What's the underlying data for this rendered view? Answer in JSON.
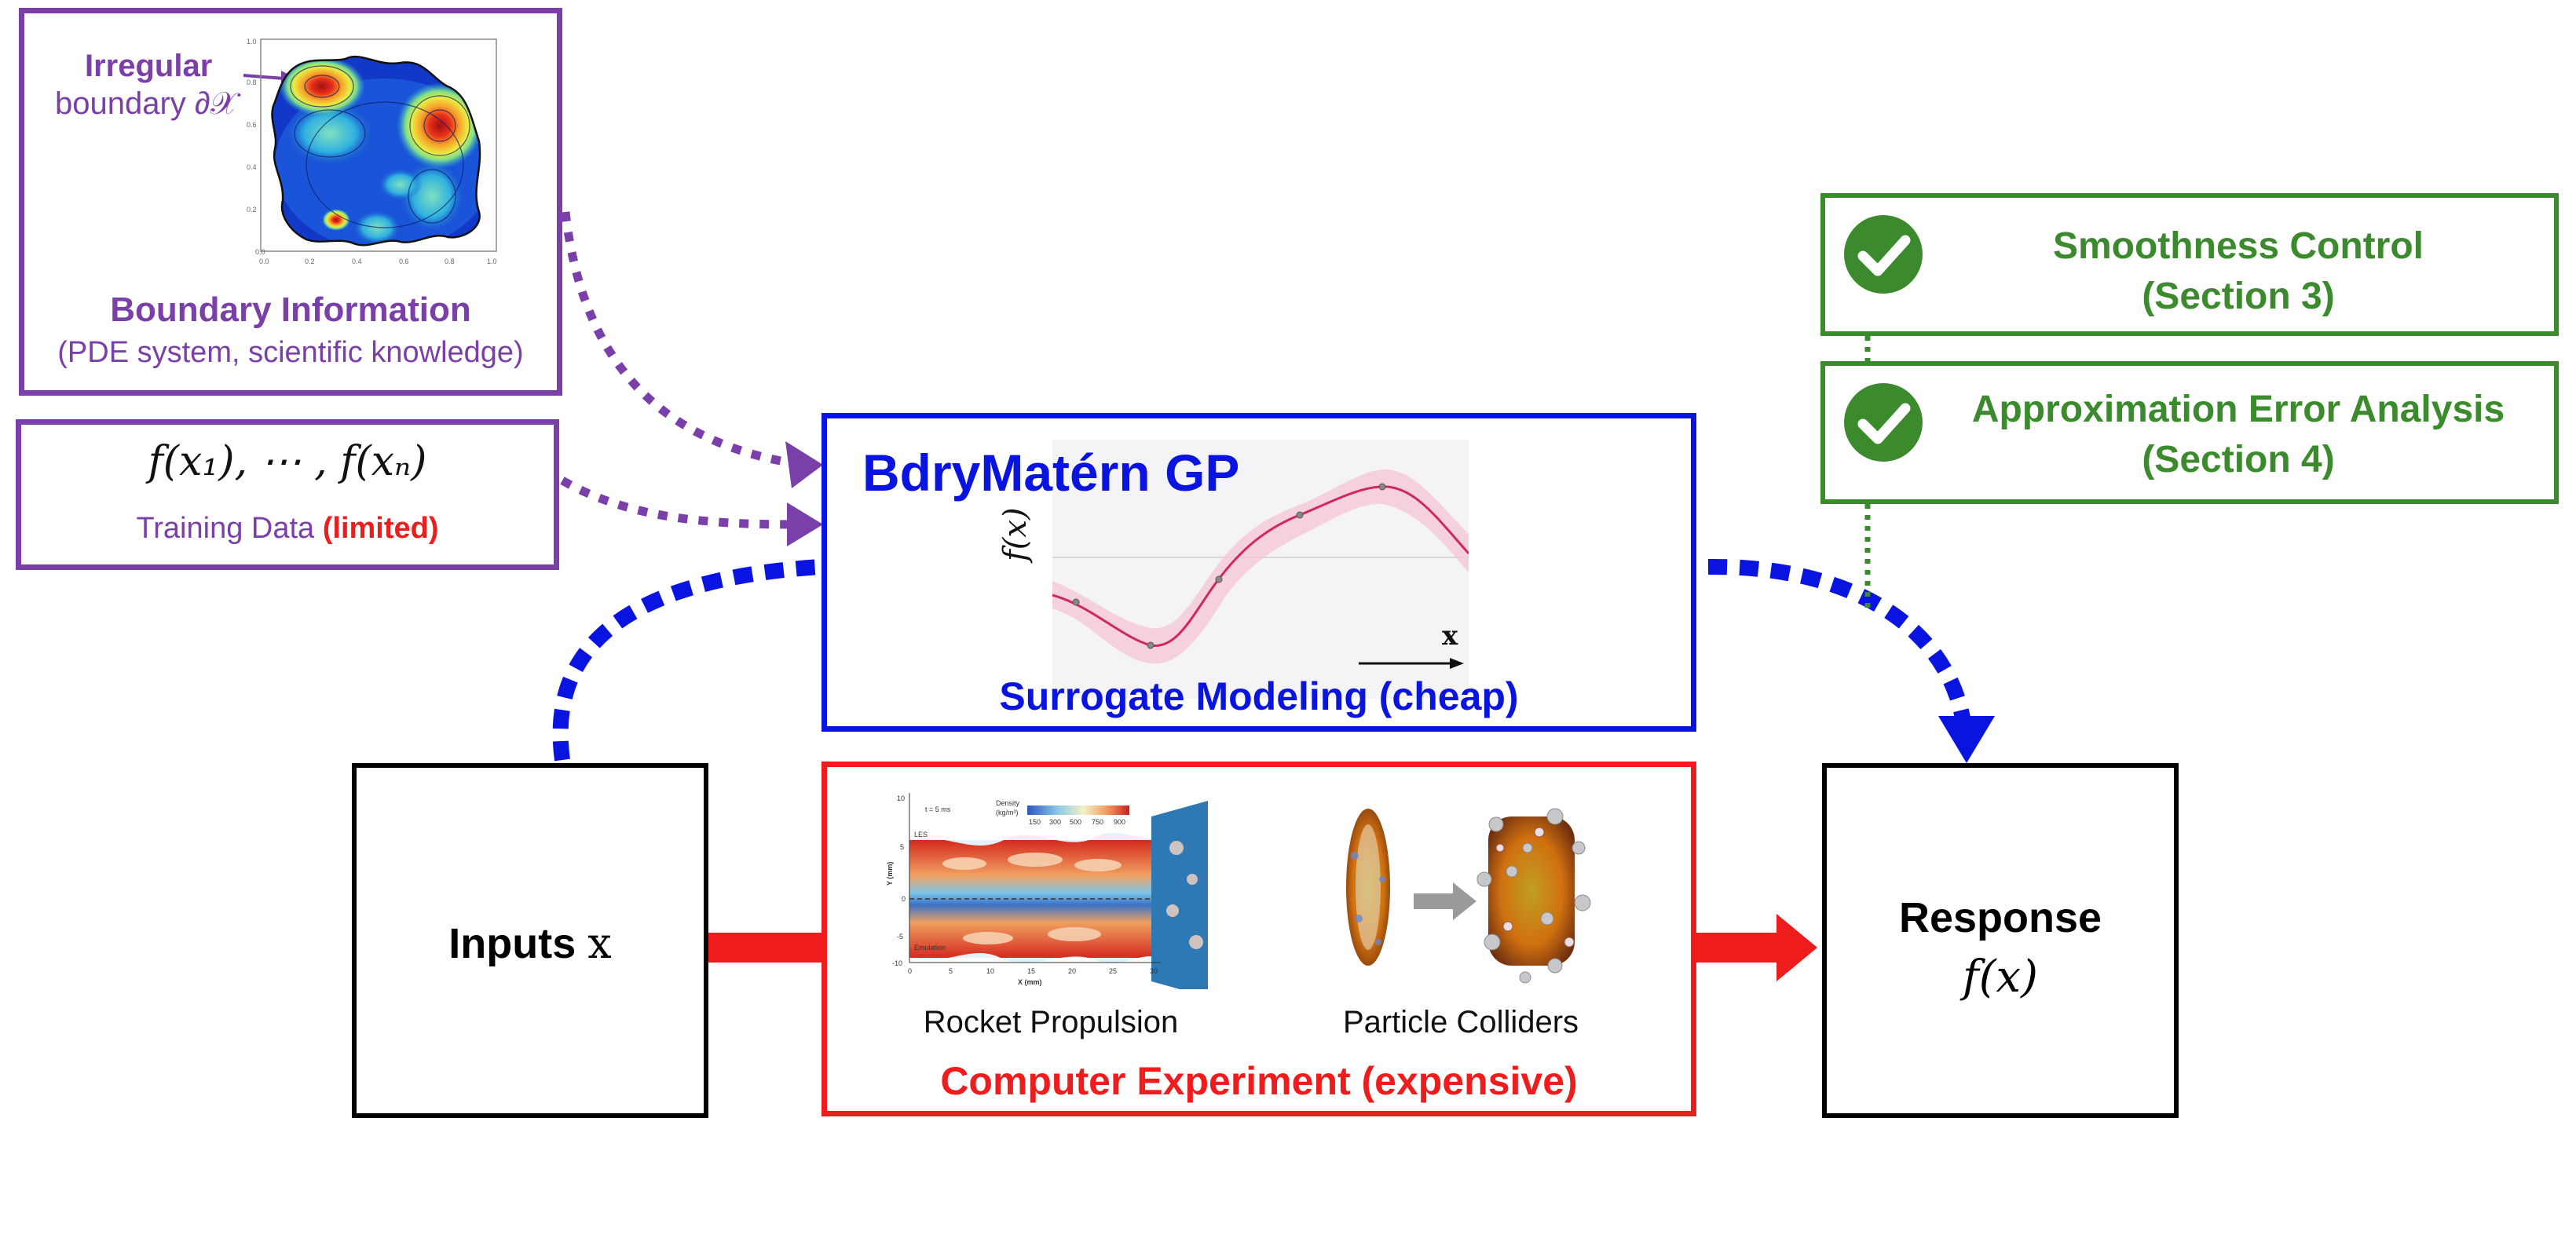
{
  "boundary": {
    "irregular_label": "Irregular",
    "boundary_label": "boundary ∂𝒳",
    "title": "Boundary Information",
    "subtitle": "(PDE system, scientific knowledge)",
    "plot_ticks_x": [
      "0.0",
      "0.2",
      "0.4",
      "0.6",
      "0.8",
      "1.0"
    ],
    "plot_ticks_y": [
      "0.0",
      "0.2",
      "0.4",
      "0.6",
      "0.8",
      "1.0"
    ]
  },
  "training": {
    "formula": "f(x₁), ⋯ , f(xₙ)",
    "label": "Training Data",
    "limited": "(limited)"
  },
  "surrogate": {
    "title": "BdryMatérn GP",
    "caption": "Surrogate Modeling (cheap)",
    "ylabel": "f(x)",
    "xlabel": "x"
  },
  "inputs": {
    "label": "Inputs",
    "symbol": "x"
  },
  "experiment": {
    "caption": "Computer Experiment (expensive)",
    "image1_label": "Rocket Propulsion",
    "image2_label": "Particle Colliders",
    "rocket_panel_time": "t = 5 ms",
    "rocket_density_label": "Density",
    "rocket_density_unit": "(kg/m³)",
    "rocket_density_ticks": [
      "150",
      "300",
      "500",
      "750",
      "900"
    ],
    "rocket_les": "LES",
    "rocket_emulation": "Emulation",
    "rocket_xaxis": "X (mm)",
    "rocket_yaxis": "Y (mm)",
    "rocket_xticks": [
      "0",
      "5",
      "10",
      "15",
      "20",
      "25",
      "30"
    ],
    "rocket_yticks": [
      "10",
      "5",
      "0",
      "-5",
      "-10"
    ]
  },
  "response": {
    "label": "Response",
    "formula": "f(x)"
  },
  "analysis": {
    "item1_title": "Smoothness Control",
    "item1_section": "(Section 3)",
    "item2_title": "Approximation Error Analysis",
    "item2_section": "(Section 4)"
  },
  "colors": {
    "purple": "#7a3fa8",
    "blue": "#0a14e0",
    "red": "#ee1c1c",
    "green": "#3b8a2e",
    "black": "#000000"
  }
}
